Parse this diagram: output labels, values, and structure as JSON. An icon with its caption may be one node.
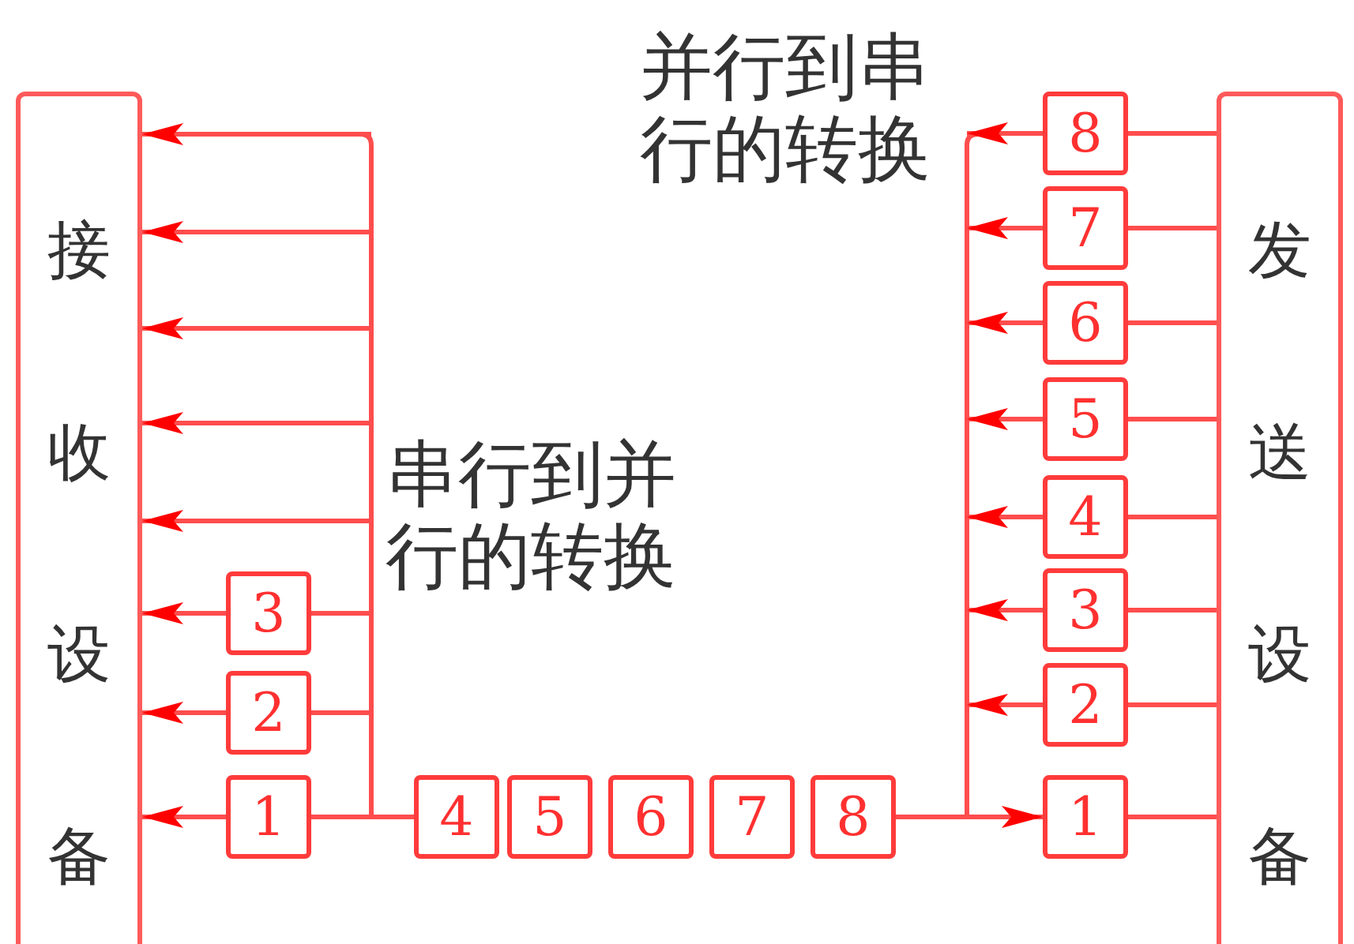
{
  "diagram": {
    "nodes": [
      {
        "text": [
          "接收设备"
        ]
      },
      {
        "text": [
          "发送设备"
        ]
      },
      {
        "text": [
          "8"
        ]
      },
      {
        "text": [
          "7"
        ]
      },
      {
        "text": [
          "6"
        ]
      },
      {
        "text": [
          "5"
        ]
      },
      {
        "text": [
          "4"
        ]
      },
      {
        "text": [
          "3"
        ]
      },
      {
        "text": [
          "2"
        ]
      },
      {
        "text": [
          "1"
        ]
      },
      {
        "text": [
          "3"
        ]
      },
      {
        "text": [
          "2"
        ]
      },
      {
        "text": [
          "1"
        ]
      },
      {
        "text": [
          "4"
        ]
      },
      {
        "text": [
          "5"
        ]
      },
      {
        "text": [
          "6"
        ]
      },
      {
        "text": [
          "7"
        ]
      },
      {
        "text": [
          "8"
        ]
      }
    ],
    "edges": [
      {
        "from": null,
        "to": 0,
        "arrow": "to"
      },
      {
        "from": null,
        "to": 0,
        "arrow": "to"
      },
      {
        "from": null,
        "to": 0,
        "arrow": "to"
      },
      {
        "from": null,
        "to": 0,
        "arrow": "to"
      },
      {
        "from": null,
        "to": 0,
        "arrow": "to"
      },
      {
        "from": 10,
        "to": 0,
        "arrow": "to"
      },
      {
        "from": 11,
        "to": 0,
        "arrow": "to"
      },
      {
        "from": 12,
        "to": 0,
        "arrow": "to"
      },
      {
        "from": null,
        "to": 10,
        "arrow": "none"
      },
      {
        "from": null,
        "to": 11,
        "arrow": "none"
      },
      {
        "from": 12,
        "to": 13,
        "arrow": "none"
      },
      {
        "from": 17,
        "to": 9,
        "arrow": "to"
      },
      {
        "from": 1,
        "to": 2,
        "arrow": "none"
      },
      {
        "from": 1,
        "to": 3,
        "arrow": "none"
      },
      {
        "from": 1,
        "to": 4,
        "arrow": "none"
      },
      {
        "from": 1,
        "to": 5,
        "arrow": "none"
      },
      {
        "from": 1,
        "to": 6,
        "arrow": "none"
      },
      {
        "from": 1,
        "to": 7,
        "arrow": "none"
      },
      {
        "from": 1,
        "to": 8,
        "arrow": "none"
      },
      {
        "from": 1,
        "to": 9,
        "arrow": "none"
      },
      {
        "from": 2,
        "to": null,
        "arrow": "to"
      },
      {
        "from": 3,
        "to": null,
        "arrow": "to"
      },
      {
        "from": 4,
        "to": null,
        "arrow": "to"
      },
      {
        "from": 5,
        "to": null,
        "arrow": "to"
      },
      {
        "from": 6,
        "to": null,
        "arrow": "to"
      },
      {
        "from": 7,
        "to": null,
        "arrow": "to"
      },
      {
        "from": 8,
        "to": null,
        "arrow": "to"
      }
    ],
    "labels": [
      "并行到串行的转换",
      "串行到并行的转换"
    ]
  }
}
